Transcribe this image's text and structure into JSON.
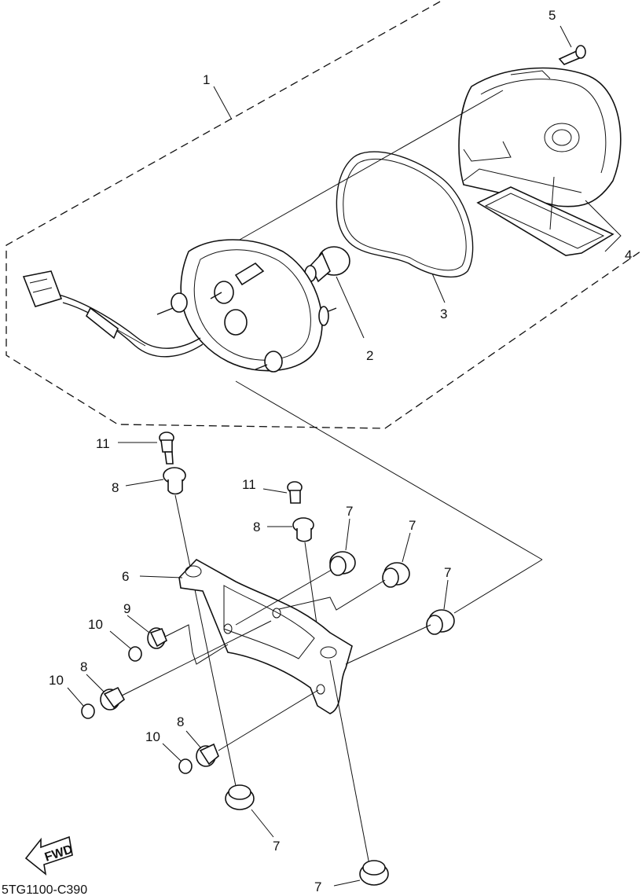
{
  "diagram": {
    "drawing_code": "5TG1100-C390",
    "fwd_label": "FWD",
    "callouts": {
      "c1": "1",
      "c2": "2",
      "c3": "3",
      "c4": "4",
      "c5": "5",
      "c6": "6",
      "c7a": "7",
      "c7b": "7",
      "c7c": "7",
      "c7d": "7",
      "c7e": "7",
      "c8a": "8",
      "c8b": "8",
      "c8c": "8",
      "c8d": "8",
      "c9": "9",
      "c10a": "10",
      "c10b": "10",
      "c10c": "10",
      "c11a": "11",
      "c11b": "11"
    }
  }
}
